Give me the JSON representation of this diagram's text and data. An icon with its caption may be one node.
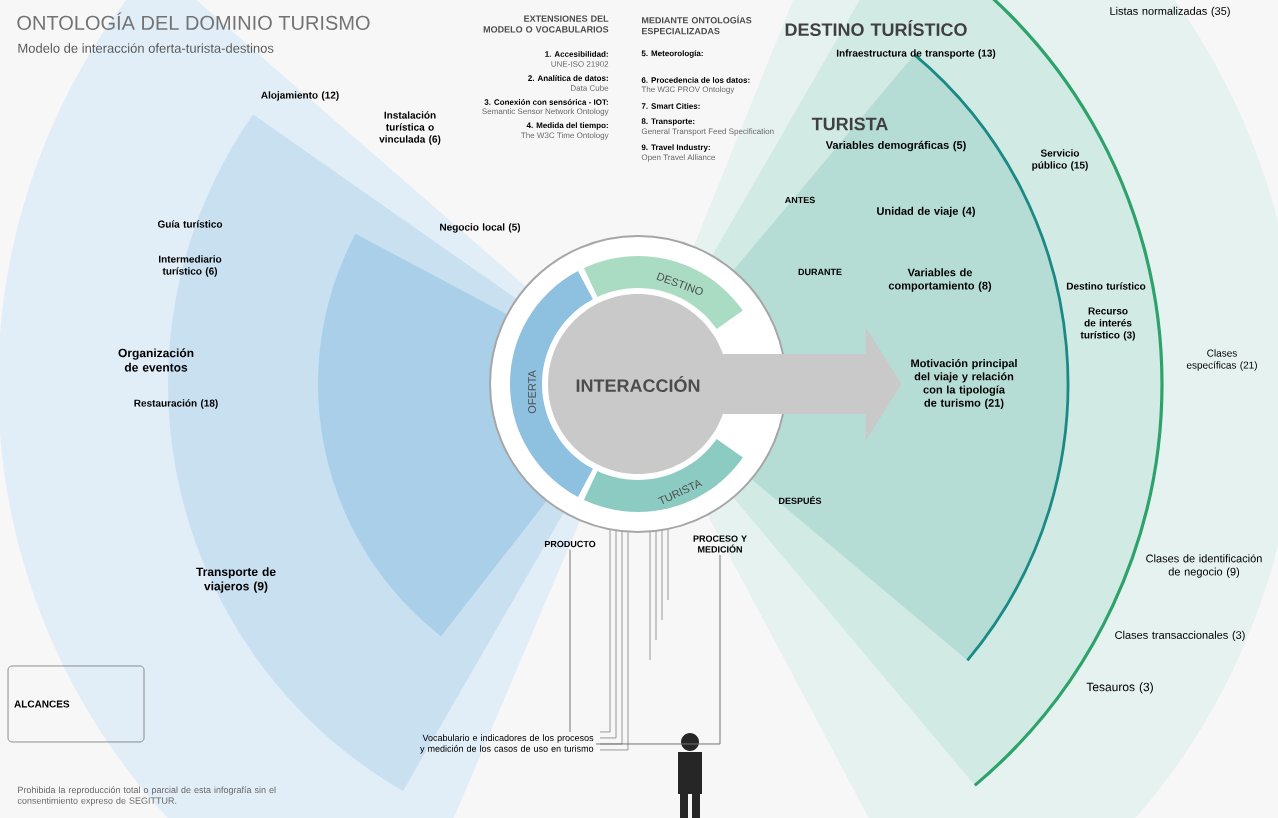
{
  "diagram": {
    "title": "ONTOLOGÍA DEL DOMINIO TURISMO",
    "nodes": [
      {
        "text": [
          "INTERACCIÓN"
        ]
      },
      {
        "text": [
          "OFERTA"
        ]
      },
      {
        "text": [
          "DESTINO"
        ]
      },
      {
        "text": [
          "TURISTA"
        ]
      },
      {
        "text": [
          "Alojamiento (12)"
        ]
      },
      {
        "text": [
          "Instalación turística o vinculada (6)"
        ]
      },
      {
        "text": [
          "Negocio local (5)"
        ]
      },
      {
        "text": [
          "Guía turístico"
        ]
      },
      {
        "text": [
          "Intermediario turístico (6)"
        ]
      },
      {
        "text": [
          "Organización de eventos"
        ]
      },
      {
        "text": [
          "Restauración (18)"
        ]
      },
      {
        "text": [
          "Transporte de viajeros (9)"
        ]
      },
      {
        "text": [
          "DESTINO TURÍSTICO"
        ]
      },
      {
        "text": [
          "Infraestructura de transporte (13)"
        ]
      },
      {
        "text": [
          "TURISTA"
        ]
      },
      {
        "text": [
          "Variables demográficas (5)"
        ]
      },
      {
        "text": [
          "Unidad de viaje (4)"
        ]
      },
      {
        "text": [
          "Variables de comportamiento (8)"
        ]
      },
      {
        "text": [
          "Motivación principal del viaje y relación con la tipología de turismo (21)"
        ]
      },
      {
        "text": [
          "Servicio público (15)"
        ]
      },
      {
        "text": [
          "Destino turístico"
        ]
      },
      {
        "text": [
          "Recurso de interés turístico (3)"
        ]
      },
      {
        "text": [
          "Listas normalizadas (35)"
        ]
      },
      {
        "text": [
          "Clases específicas (21)"
        ]
      },
      {
        "text": [
          "Clases de identificación de negocio (9)"
        ]
      },
      {
        "text": [
          "Clases transaccionales (3)"
        ]
      },
      {
        "text": [
          "Tesauros (3)"
        ]
      },
      {
        "text": [
          "ANTES"
        ]
      },
      {
        "text": [
          "DURANTE"
        ]
      },
      {
        "text": [
          "DESPUÉS"
        ]
      },
      {
        "text": [
          "PRODUCTO"
        ]
      },
      {
        "text": [
          "PROCESO Y MEDICIÓN"
        ]
      },
      {
        "text": [
          "Vocabulario e indicadores de los procesos y medición de los casos de uso en turismo"
        ]
      },
      {
        "text": [
          "ALCANCES"
        ]
      }
    ],
    "edges": [
      {
        "from": 30,
        "to": 32,
        "arrow": "none"
      },
      {
        "from": 31,
        "to": 32,
        "arrow": "none"
      },
      {
        "from": 0,
        "to": 18,
        "arrow": "to",
        "style": "thick"
      }
    ],
    "labels": [
      "Modelo de interacción oferta-turista-destinos",
      "EXTENSIONES DEL MODELO O VOCABULARIOS",
      "MEDIANTE ONTOLOGÍAS ESPECIALIZADAS",
      "1. Accesibilidad:",
      "UNE-ISO 21902",
      "2. Analítica de datos:",
      "Data Cube",
      "3. Conexión con sensórica - IOT:",
      "Semantic Sensor Network Ontology",
      "4. Medida del tiempo:",
      "The W3C Time Ontology",
      "5. Meteorología:",
      "6. Procedencia de los datos:",
      "The W3C PROV Ontology",
      "7. Smart Cities:",
      "8. Transporte:",
      "General Transport Feed Specification",
      "9. Travel Industry:",
      "Open Travel Alliance",
      "Prohibida la reproducción total o parcial de esta infografía sin el consentimiento expreso de SEGITTUR."
    ]
  }
}
